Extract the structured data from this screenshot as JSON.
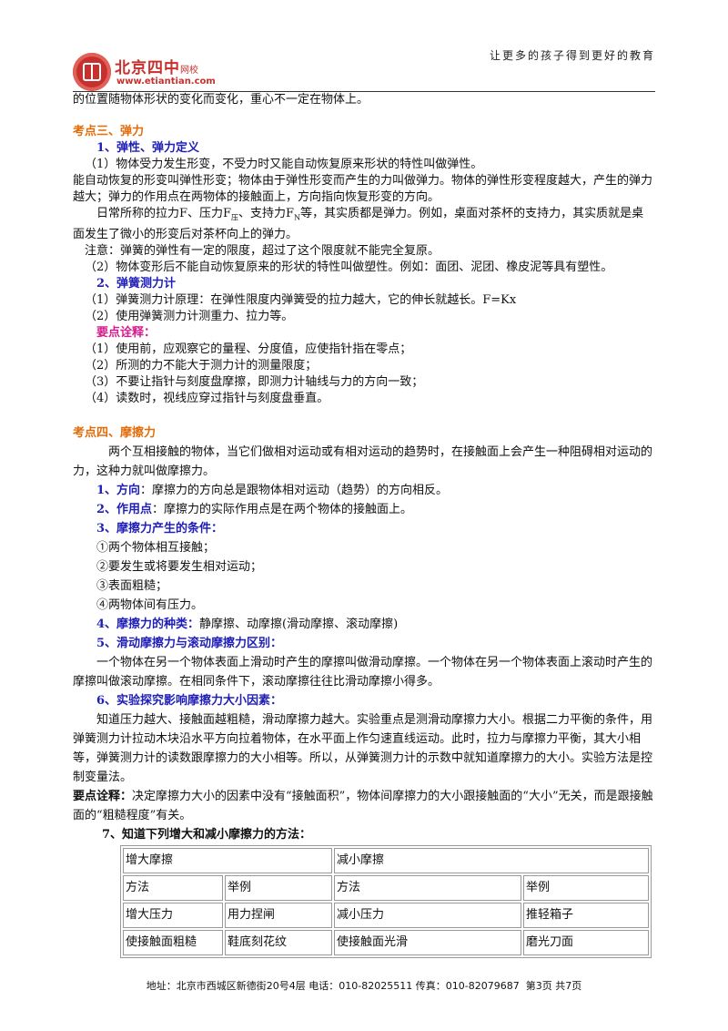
{
  "header": {
    "brand": "北京四中",
    "brand_sub": "网校",
    "brand_url": "www.etiantian.com",
    "slogan": "让更多的孩子得到更好的教育"
  },
  "content": {
    "l_top": "的位置随物体形状的变化而变化，重心不一定在物体上。",
    "h3": "考点三、弹力",
    "s1": "1、弹性、弹力定义",
    "p1a": "（1）物体受力发生形变，不受力时又能自动恢复原来形状的特性叫做弹性。",
    "p1b": "能自动恢复的形变叫弹性形变；物体由于弹性形变而产生的力叫做弹力。物体的弹性形变程度越大，产生的弹力越大；弹力的作用点在两物体的接触面上，方向指向恢复形变的方向。",
    "p1c_a": "日常所称的拉力F、压力F",
    "p1c_sub1": "压",
    "p1c_b": "、支持力F",
    "p1c_sub2": "N",
    "p1c_c": "等，其实质都是弹力。例如，桌面对茶杯的支持力，其实质就是桌面发生了微小的形变后对茶杯向上的弹力。",
    "p1d": "注意：弹簧的弹性有一定的限度，超过了这个限度就不能完全复原。",
    "p1e": "（2）物体变形后不能自动恢复原来的形状的特性叫做塑性。例如：面团、泥团、橡皮泥等具有塑性。",
    "s2": "2、弹簧测力计",
    "p2a": "（1）弹簧测力计原理：在弹性限度内弹簧受的拉力越大，它的伸长就越长。F=Kx",
    "p2b": "（2）使用弹簧测力计测重力、拉力等。",
    "key1": "要点诠释：",
    "k1": "（1）使用前，应观察它的量程、分度值，应使指针指在零点；",
    "k2": "（2）所测的力不能大于测力计的测量限度；",
    "k3": "（3）不要让指针与刻度盘摩擦，即测力计轴线与力的方向一致；",
    "k4": "（4）读数时，视线应穿过指针与刻度盘垂直。",
    "h4": "考点四、摩擦力",
    "f_intro": "两个互相接触的物体，当它们做相对运动或有相对运动的趋势时，在接触面上会产生一种阻碍相对运动的力，这种力就叫做摩擦力。",
    "f1_label": "1、方向",
    "f1_text": "：摩擦力的方向总是跟物体相对运动（趋势）的方向相反。",
    "f2_label": "2、作用点",
    "f2_text": "：摩擦力的实际作用点是在两个物体的接触面上。",
    "f3_label": "3、摩擦力产生的条件：",
    "c1": "①两个物体相互接触；",
    "c2": "②要发生或将要发生相对运动；",
    "c3": "③表面粗糙；",
    "c4": "④两物体间有压力。",
    "f4_label": "4、摩擦力的种类：",
    "f4_text": "静摩擦、动摩擦(滑动摩擦、滚动摩擦)",
    "f5_label": "5、滑动摩擦力与滚动摩擦力区别：",
    "f5_text": "一个物体在另一个物体表面上滑动时产生的摩擦叫做滑动摩擦。一个物体在另一个物体表面上滚动时产生的摩擦叫做滚动摩擦。在相同条件下，滚动摩擦往往比滑动摩擦小得多。",
    "f6_label": "6、实验探究影响摩擦力大小因素：",
    "f6_text": "知道压力越大、接触面越粗糙，滑动摩擦力越大。实验重点是测滑动摩擦力大小。根据二力平衡的条件，用弹簧测力计拉动木块沿水平方向拉着物体，在水平面上作匀速直线运动。此时，拉力与摩擦力平衡，其大小相等，弹簧测力计的读数跟摩擦力的大小相等。所以，从弹簧测力计的示数中就知道摩擦力的大小。实验方法是控制变量法。",
    "key2_label": "要点诠释：",
    "key2_text": "决定摩擦力大小的因素中没有“接触面积”，物体间摩擦力的大小跟接触面的“大小”无关，而是跟接触面的“粗糙程度”有关。",
    "f7_label": "7、知道下列增大和减小摩擦力的方法："
  },
  "table": {
    "increase": "增大摩擦",
    "decrease": "减小摩擦",
    "method": "方法",
    "example": "举例",
    "rows": [
      [
        "增大压力",
        "用力捏闸",
        "减小压力",
        "推轻箱子"
      ],
      [
        "使接触面粗糙",
        "鞋底刻花纹",
        "使接触面光滑",
        "磨光刀面"
      ]
    ]
  },
  "footer": {
    "address": "地址：北京市西城区新德街20号4层  电话：010-82025511  传真：010-82079687",
    "page": "第3页  共7页"
  }
}
